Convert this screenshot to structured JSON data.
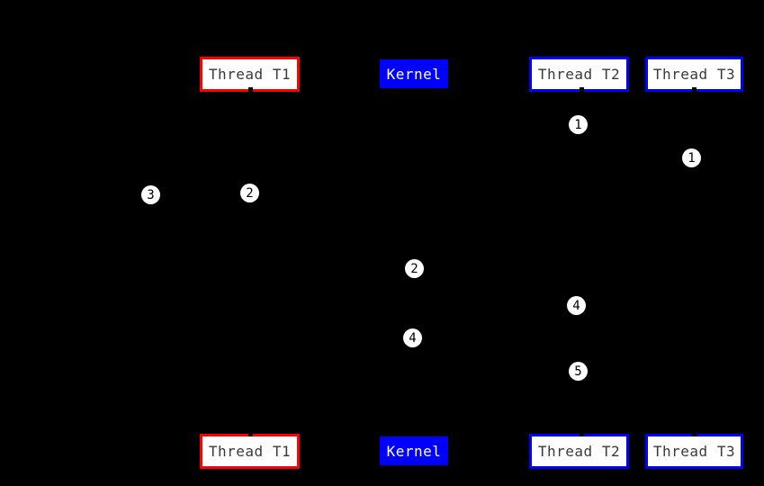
{
  "figure": {
    "description": "Sequence-style thread/kernel signal diagram on black background; lifelines and arrows are black and not visible",
    "background_color": "#000000",
    "nodes": {
      "thread_t1": "Thread T1",
      "kernel": "Kernel",
      "thread_t2": "Thread T2",
      "thread_t3": "Thread T3"
    },
    "colors": {
      "thread_t1_border": "#ff0000",
      "thread_t2_border": "#0000ff",
      "thread_t3_border": "#0000ff",
      "kernel_fill": "#0000ff",
      "node_fill": "#ffffff",
      "node_text": "#3a3a3a",
      "kernel_text": "#ffffff",
      "marker_fill": "#ffffff",
      "marker_text": "#000000"
    },
    "markers": [
      {
        "label": "1"
      },
      {
        "label": "1"
      },
      {
        "label": "2"
      },
      {
        "label": "3"
      },
      {
        "label": "2"
      },
      {
        "label": "4"
      },
      {
        "label": "4"
      },
      {
        "label": "5"
      }
    ]
  }
}
